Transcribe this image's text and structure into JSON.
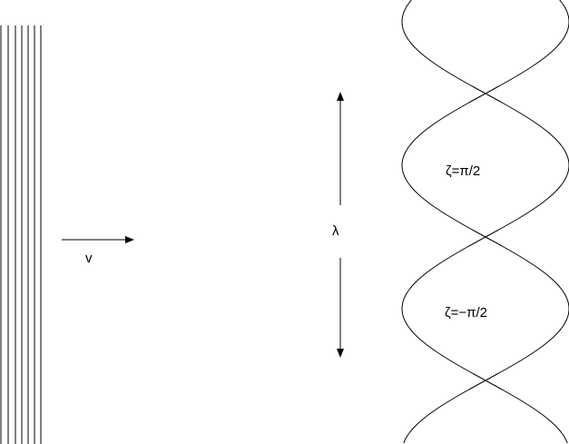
{
  "diagram": {
    "velocity_label": "v",
    "wavelength_label": "λ",
    "region_upper_label": "ζ=π/2",
    "region_lower_label": "ζ=−π/2",
    "stroke_color": "#000000"
  }
}
